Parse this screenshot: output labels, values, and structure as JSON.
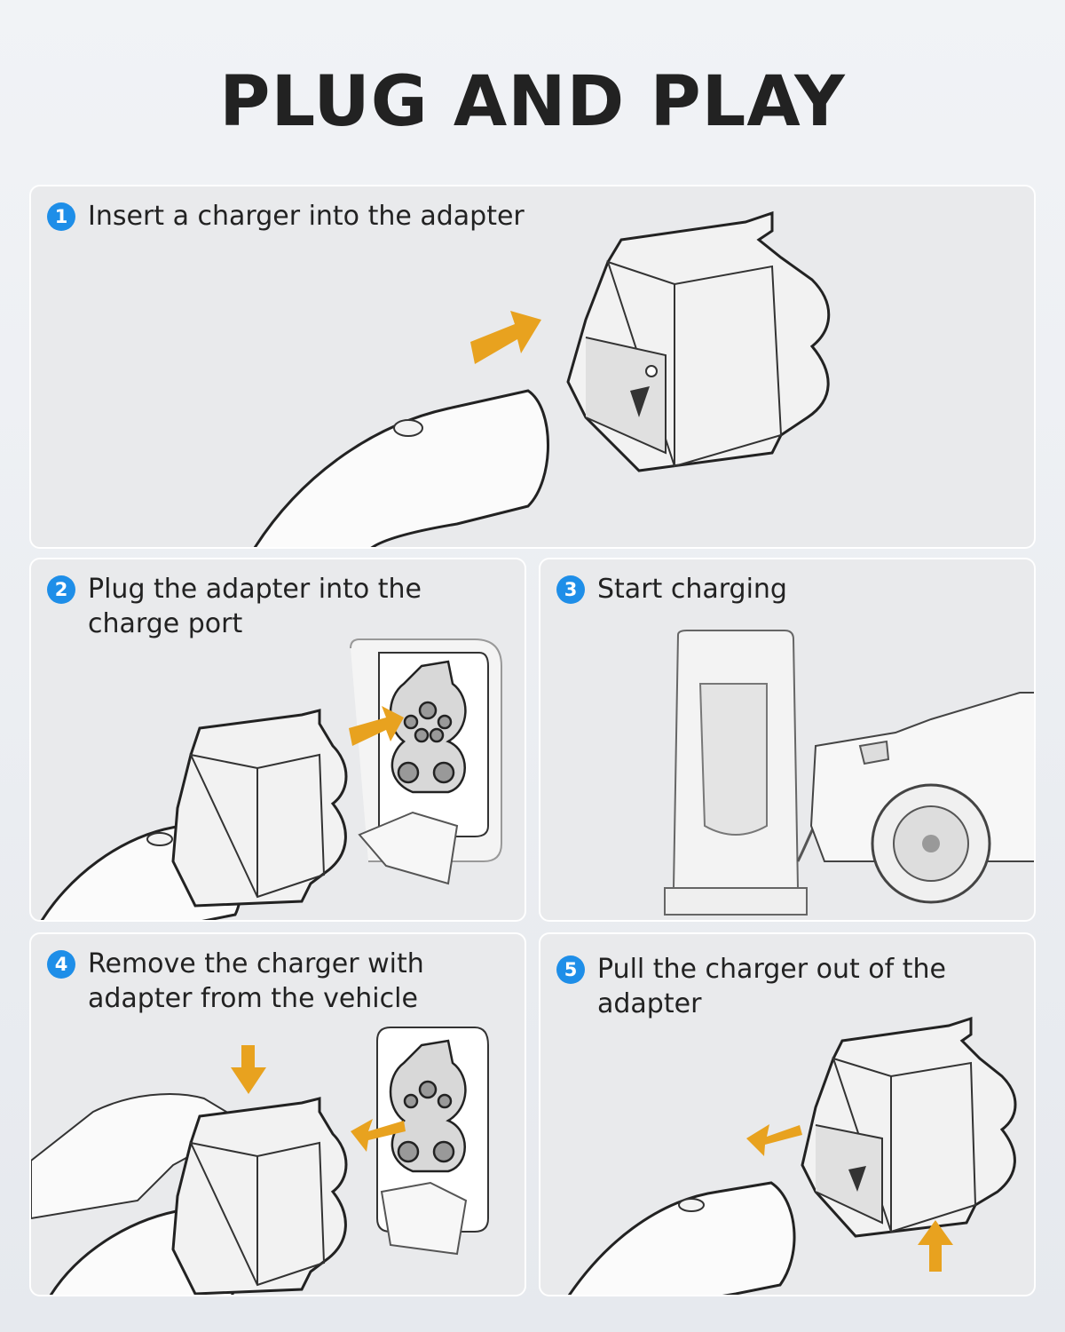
{
  "title": "PLUG AND PLAY",
  "accent_color": "#1e8ee8",
  "arrow_color": "#e8a21f",
  "steps": [
    {
      "number": "1",
      "text_lines": [
        "Insert a charger into the adapter"
      ]
    },
    {
      "number": "2",
      "text_lines": [
        "Plug the adapter into the",
        "charge port"
      ]
    },
    {
      "number": "3",
      "text_lines": [
        "Start charging"
      ]
    },
    {
      "number": "4",
      "text_lines": [
        "Remove the charger with",
        "adapter from the vehicle"
      ]
    },
    {
      "number": "5",
      "text_lines": [
        "Pull the charger out of the",
        "adapter"
      ]
    }
  ]
}
